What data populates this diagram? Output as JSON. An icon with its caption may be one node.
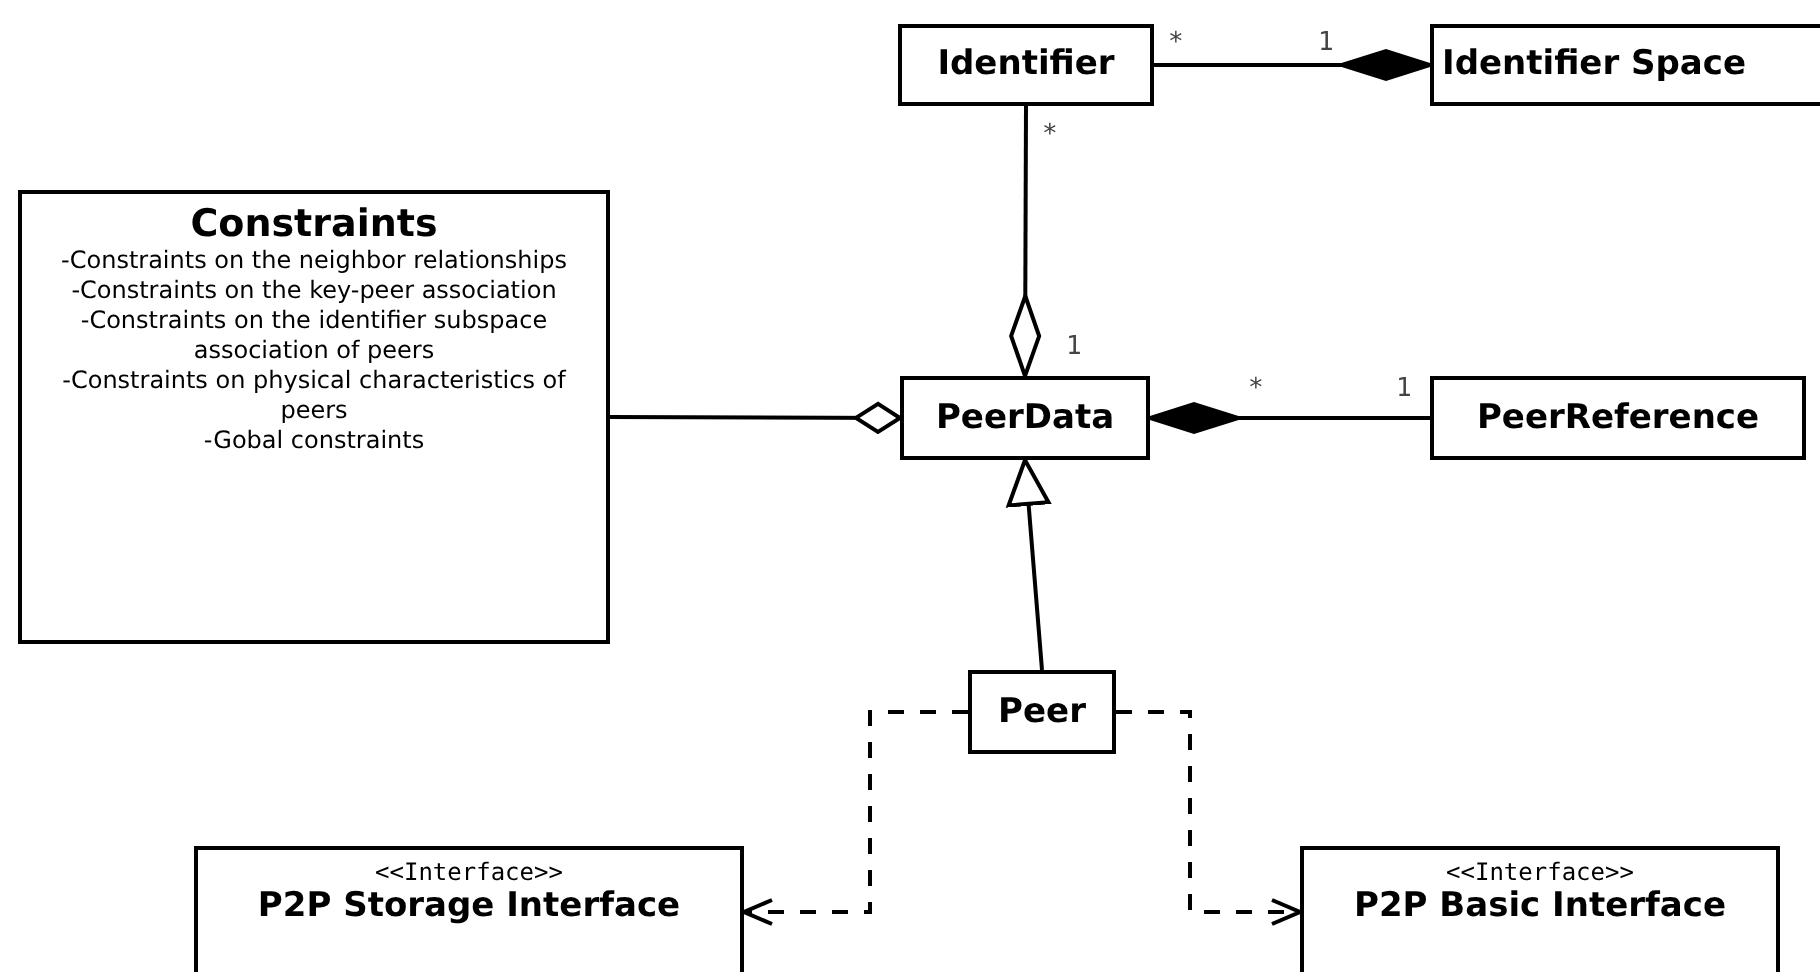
{
  "diagram": {
    "nodes": [
      {
        "text": [
          "Identifier"
        ]
      },
      {
        "text": [
          "Identifier Space"
        ]
      },
      {
        "text": [
          "Constraints",
          "-Constraints on the neighbor relationships",
          "-Constraints on the key-peer association",
          "-Constraints on the identifier subspace association of peers",
          "-Constraints on physical characteristics of peers",
          "-Gobal constraints"
        ]
      },
      {
        "text": [
          "PeerData"
        ]
      },
      {
        "text": [
          "PeerReference"
        ]
      },
      {
        "text": [
          "Peer"
        ]
      },
      {
        "text": [
          "<<Interface>>",
          "P2P Storage Interface"
        ]
      },
      {
        "text": [
          "<<Interface>>",
          "P2P Basic Interface"
        ]
      }
    ],
    "edges": [
      {
        "from": 0,
        "to": 1,
        "arrow": "other"
      },
      {
        "from": 0,
        "to": 3,
        "arrow": "other"
      },
      {
        "from": 2,
        "to": 3,
        "arrow": "other"
      },
      {
        "from": 4,
        "to": 3,
        "arrow": "other"
      },
      {
        "from": 5,
        "to": 3,
        "arrow": "to"
      },
      {
        "from": 5,
        "to": 6,
        "arrow": "to",
        "style": "dashed"
      },
      {
        "from": 5,
        "to": 7,
        "arrow": "to",
        "style": "dashed"
      }
    ],
    "labels": [
      "*",
      "1",
      "*",
      "1",
      "*",
      "1"
    ]
  }
}
